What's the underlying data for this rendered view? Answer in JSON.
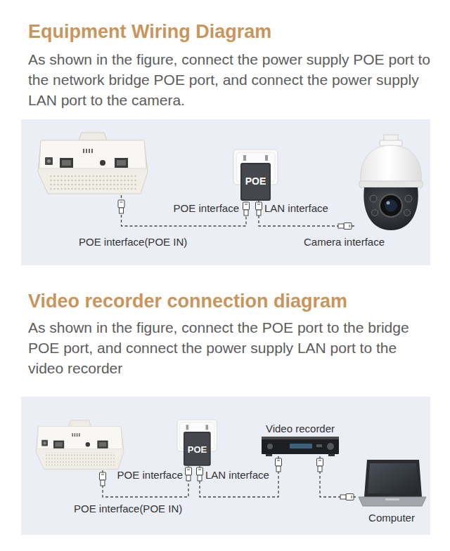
{
  "diagram": {
    "nodes": [
      {
        "text": [
          "Equipment Wiring Diagram",
          "As shown in the figure, connect the power supply POE port to the network bridge POE port, and connect the power supply LAN port to the camera."
        ]
      },
      {
        "text": [
          "POE interface(POE IN)"
        ],
        "in": 0
      },
      {
        "text": [
          "POE",
          "POE interface",
          "LAN interface"
        ],
        "in": 0
      },
      {
        "text": [
          "Camera interface"
        ],
        "in": 0
      },
      {
        "text": [
          "Video recorder connection diagram",
          "As shown in the figure, connect the POE port to the bridge POE port, and connect the power supply LAN port to the video recorder"
        ]
      },
      {
        "text": [
          "POE interface(POE IN)"
        ],
        "in": 4
      },
      {
        "text": [
          "POE",
          "POE interface",
          "LAN interface"
        ],
        "in": 4
      },
      {
        "text": [
          "Video recorder"
        ],
        "in": 4
      },
      {
        "text": [
          "Computer"
        ],
        "in": 4
      }
    ],
    "edges": [
      {
        "from": 1,
        "to": 2,
        "arrow": "none"
      },
      {
        "from": 2,
        "to": 3,
        "arrow": "none"
      },
      {
        "from": 5,
        "to": 6,
        "arrow": "none"
      },
      {
        "from": 6,
        "to": 7,
        "arrow": "none"
      },
      {
        "from": 7,
        "to": 8,
        "arrow": "none"
      }
    ]
  }
}
